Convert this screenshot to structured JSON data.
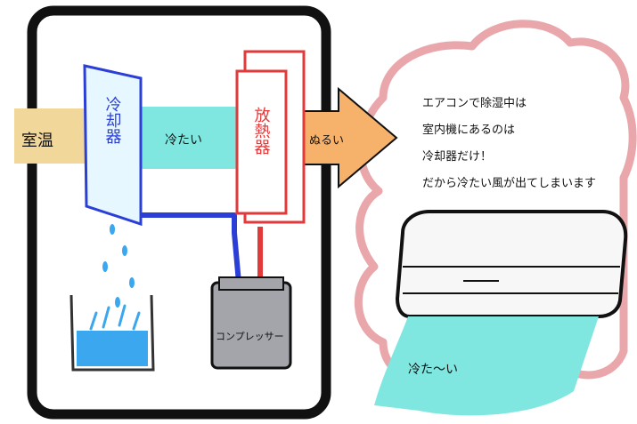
{
  "diagram": {
    "room_temp_label": "室温",
    "cooler_label": "冷却器",
    "cold_label": "冷たい",
    "radiator_label": "放熱器",
    "lukewarm_label": "ぬるい",
    "compressor_label": "コンプレッサー",
    "cloud_text": [
      "エアコンで除湿中は",
      "室内機にあるのは",
      "冷却器だけ！",
      "だから冷たい風が出てしまいます"
    ],
    "cold_air_label": "冷た〜い"
  },
  "colors": {
    "warm_air": "#f2d79a",
    "cold_air": "#7fe7e0",
    "outlet_arrow": "#f6b26b",
    "cloud_outline": "#e9a7ab",
    "cooler_blue": "#2b3fd6",
    "radiator_red": "#e23a3a",
    "water": "#3aa7ee",
    "compressor": "#a3a5ab"
  },
  "icons": [
    "air-conditioner-icon",
    "water-drop-icon"
  ]
}
